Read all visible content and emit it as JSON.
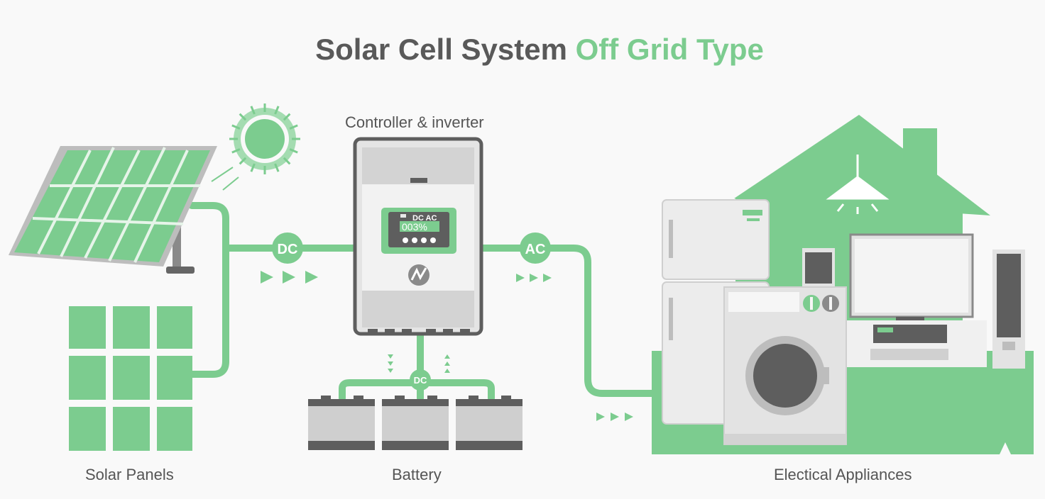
{
  "title": {
    "main": "Solar Cell System",
    "accent": "Off Grid Type"
  },
  "labels": {
    "controller": "Controller & inverter",
    "solar_panels": "Solar Panels",
    "battery": "Battery",
    "appliances": "Electical Appliances"
  },
  "badges": {
    "dc_input": "DC",
    "ac_output": "AC",
    "dc_battery": "DC"
  },
  "display": {
    "modes": "DC AC",
    "reading": "003%"
  },
  "colors": {
    "green": "#7ccc8f",
    "green_dark": "#5fb878",
    "gray_dark": "#5e5e5e",
    "gray_light": "#e3e3e3"
  },
  "icons": [
    "sun-icon",
    "bolt-icon",
    "lamp-icon",
    "flow-arrow-icon"
  ]
}
